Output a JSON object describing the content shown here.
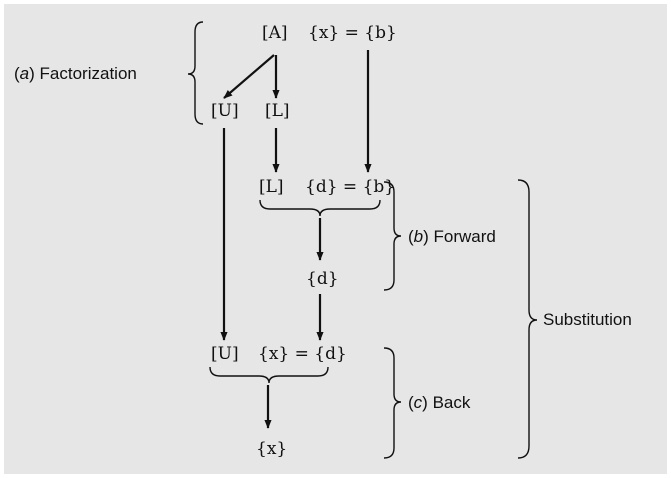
{
  "diagram": {
    "step_a": {
      "marker": "a",
      "name": "Factorization"
    },
    "step_b": {
      "marker": "b",
      "name": "Forward"
    },
    "step_c": {
      "marker": "c",
      "name": "Back"
    },
    "substitution": "Substitution",
    "top_matrix": "[A]",
    "top_equation": "{x} = {b}",
    "upper_factor": "[U]",
    "lower_factor": "[L]",
    "forward_matrix": "[L]",
    "forward_equation": "{d} = {b}",
    "intermediate": "{d}",
    "back_matrix": "[U]",
    "back_equation": "{x} = {d}",
    "solution": "{x}"
  },
  "colors": {
    "panel": "#e6e6e6",
    "ink": "#111111",
    "background": "#ffffff"
  }
}
